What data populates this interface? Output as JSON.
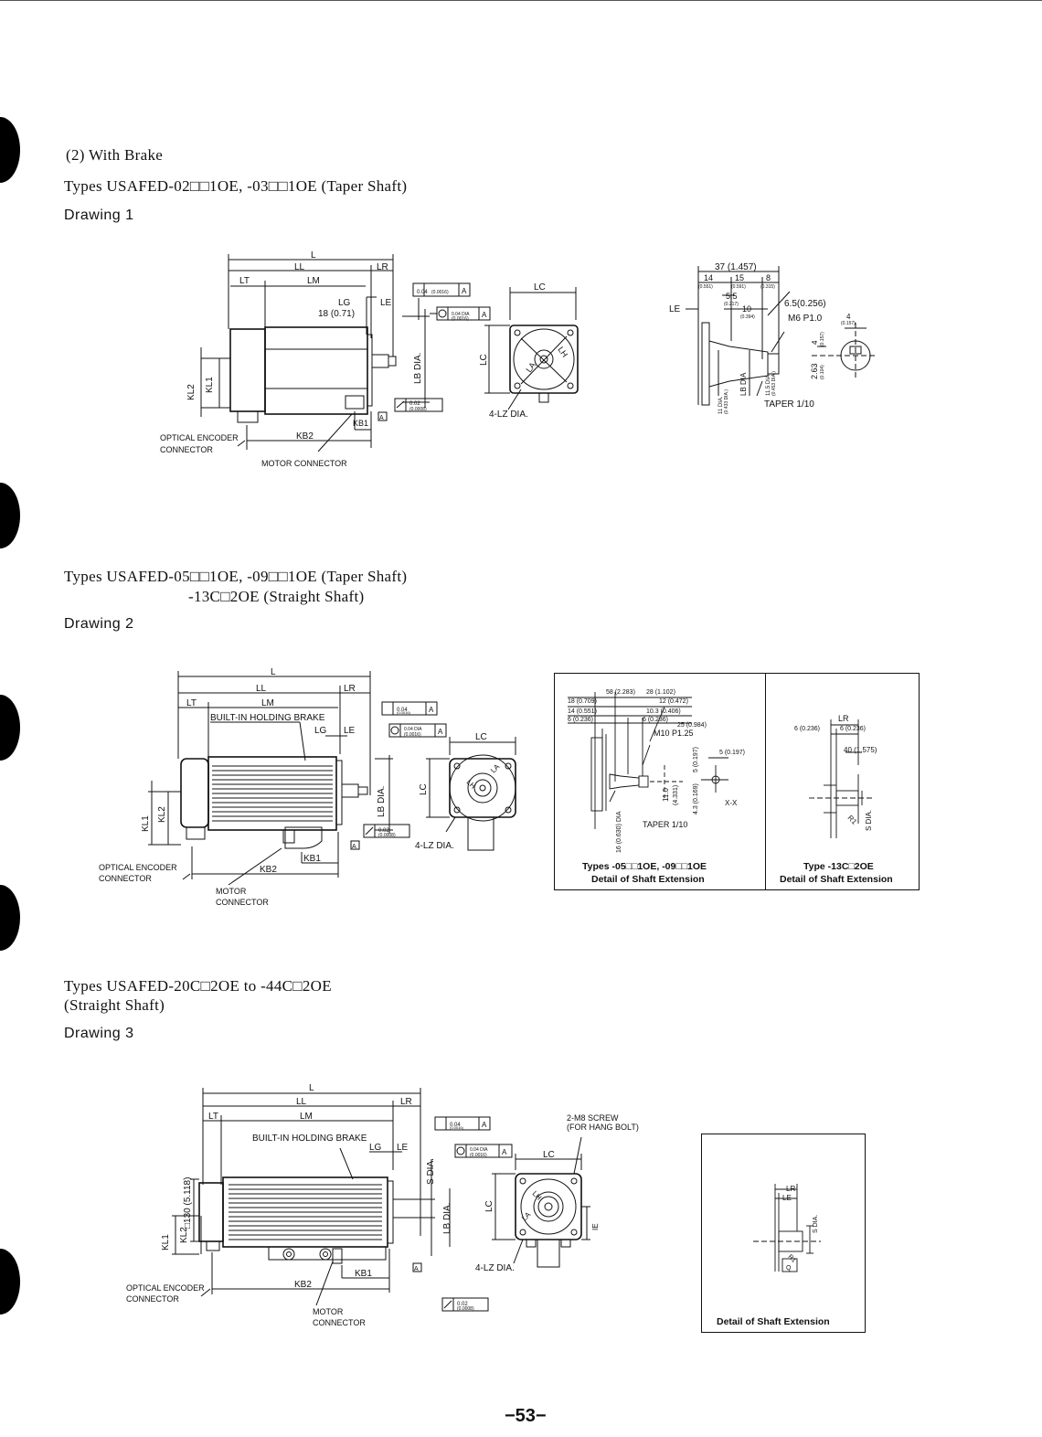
{
  "sections": {
    "s1": {
      "label": "(2)  With Brake",
      "title": "Types USAFED-02□□1OE,  -03□□1OE  (Taper Shaft)",
      "drawing": "Drawing 1"
    },
    "s2": {
      "title_line1": "Types USAFED-05□□1OE,  -09□□1OE  (Taper Shaft)",
      "title_line2": "-13C□2OE  (Straight Shaft)",
      "drawing": "Drawing 2"
    },
    "s3": {
      "title_line1": "Types USAFED-20C□2OE  to  -44C□2OE",
      "title_line2": "(Straight Shaft)",
      "drawing": "Drawing 3"
    }
  },
  "d1": {
    "L": "L",
    "LL": "LL",
    "LR": "LR",
    "LT": "LT",
    "LM": "LM",
    "LG": "LG",
    "LE": "LE",
    "lg_val": "18 (0.71)",
    "LB": "LB DIA.",
    "LC": "LC",
    "LC2": "LC",
    "KL1": "KL1",
    "KL2": "KL2",
    "KB1": "KB1",
    "KB2": "KB2",
    "LZ": "4-LZ DIA.",
    "LA": "LA",
    "LH": "LH",
    "enc1": "OPTICAL ENCODER",
    "enc2": "CONNECTOR",
    "motor": "MOTOR  CONNECTOR",
    "tol_a": "0.04",
    "tol_b": "(0.0016)",
    "tol_c": "0.04 DIA",
    "tol_d": "(0.0016)",
    "tol_e": "0.02",
    "tol_f": "(0.0008)",
    "datum": "A"
  },
  "d1s": {
    "d37": "37 (1.457)",
    "d14": "14",
    "d14i": "(0.551)",
    "d15": "15",
    "d15i": "(0.591)",
    "d8": "8",
    "d8i": "(0.315)",
    "d55": "5.5",
    "d55i": "(0.217)",
    "d10": "10",
    "d10i": "(0.394)",
    "d65": "6.5(0.256)",
    "m6": "M6 P1.0",
    "d4": "4",
    "d4i": "(0.157)",
    "LE": "LE",
    "taper": "TAPER 1/10",
    "lb": "LB DIA",
    "d115": "11.5 DIA",
    "d115i": "(0.453 DIA.)",
    "d11": "11 DIA.",
    "d11i": "(0.433 DIA.)",
    "d263": "2.63",
    "d263i": "(0.104)",
    "d4b": "4",
    "d4bi": "(0.157)"
  },
  "d2": {
    "L": "L",
    "LL": "LL",
    "LR": "LR",
    "LT": "LT",
    "LM": "LM",
    "LG": "LG",
    "LE": "LE",
    "brake": "BUILT-IN HOLDING BRAKE",
    "LB": "LB DIA.",
    "LC": "LC",
    "LC2": "LC",
    "KL1": "KL1",
    "KL2": "KL2",
    "KB1": "KB1",
    "KB2": "KB2",
    "LZ": "4-LZ DIA.",
    "LA": "LA",
    "LH": "LH",
    "enc1": "OPTICAL ENCODER",
    "enc2": "CONNECTOR",
    "motor1": "MOTOR",
    "motor2": "CONNECTOR",
    "tol_a": "0.04",
    "tol_b": "(0.0016)",
    "tol_c": "0.04 DIA",
    "tol_d": "(0.0016)",
    "tol_e": "0.02",
    "tol_f": "(0.0008)",
    "datum": "A"
  },
  "d2box": {
    "d58": "58 (2.283)",
    "d28": "28 (1.102)",
    "d18": "18 (0.709)",
    "d12": "12 (0.472)",
    "d14": "14 (0.551)",
    "d103": "10.3 (0.406)",
    "d6": "6 (0.236)",
    "d6b": "6 (0.236)",
    "d25": "25 (0.984)",
    "m10": "M10 P1.25",
    "d5": "5 (0.197)",
    "d5b": "5 (0.197)",
    "d16": "16 (0.630) DIA",
    "d110": "11.0",
    "d4331": "(4.331)",
    "d43": "4.3 (0.169)",
    "xx": "X-X",
    "taper": "TAPER 1/10",
    "cap1": "Types -05□□1OE,  -09□□1OE",
    "cap2": "Detail  of  Shaft  Extension",
    "r_LR": "LR",
    "r_6a": "6 (0.236)",
    "r_6b": "6 (0.236)",
    "r_40": "40  (1.575)",
    "r_R1": "R1",
    "r_S": "S DIA.",
    "cap3": "Type  -13C□2OE",
    "cap4": "Detail  of  Shaft  Extension"
  },
  "d3": {
    "L": "L",
    "LL": "LL",
    "LR": "LR",
    "LT": "LT",
    "LM": "LM",
    "LG": "LG",
    "LE": "LE",
    "brake": "BUILT-IN HOLDING BRAKE",
    "S": "S DIA.",
    "LB": "LB DIA.",
    "LC": "LC",
    "LC2": "LC",
    "sq": "□130 (5.118)",
    "KL1": "KL1",
    "KL2": "KL2",
    "KB1": "KB1",
    "KB2": "KB2",
    "LZ": "4-LZ DIA.",
    "LA": "LA",
    "LH": "LH",
    "IE": "IE",
    "screw1": "2-M8 SCREW",
    "screw2": "(FOR HANG BOLT)",
    "enc1": "OPTICAL ENCODER",
    "enc2": "CONNECTOR",
    "motor1": "MOTOR",
    "motor2": "CONNECTOR",
    "tol_a": "0.04",
    "tol_b": "(0.0016)",
    "tol_c": "0.04 DIA",
    "tol_d": "(0.0016)",
    "tol_e": "0.02",
    "tol_f": "(0.0008)",
    "datum": "A"
  },
  "d3box": {
    "LR": "LR",
    "LE": "LE",
    "S": "S DIA.",
    "R": "R1",
    "Q": "Q",
    "caption": "Detail  of  Shaft  Extension"
  },
  "page_number": "−53−"
}
